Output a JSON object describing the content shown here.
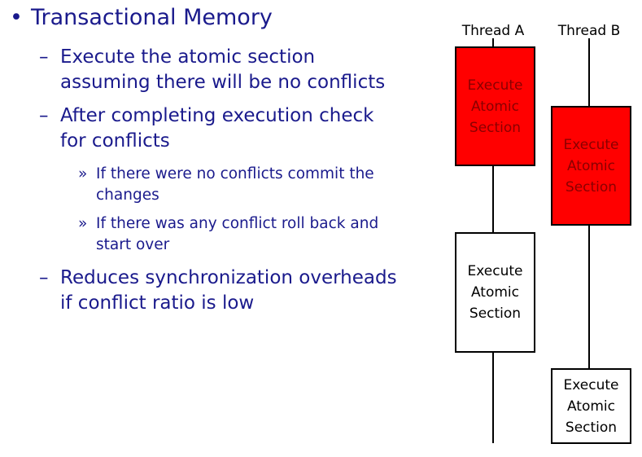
{
  "slide": {
    "main_bullet": "Transactional Memory",
    "points": [
      {
        "lines": [
          "Execute the atomic section",
          "assuming there will be no conflicts"
        ]
      },
      {
        "lines": [
          "After completing execution check",
          "for conflicts"
        ]
      },
      {
        "lines": [
          "Reduces synchronization overheads",
          "if conflict ratio is low"
        ]
      }
    ],
    "subpoints": [
      {
        "lines": [
          "If there were no conflicts commit the",
          "changes"
        ]
      },
      {
        "lines": [
          "If there was any conflict roll back and",
          "start over"
        ]
      }
    ],
    "markers": {
      "level1": "•",
      "level2": "–",
      "level3": "»"
    }
  },
  "diagram": {
    "threads": [
      {
        "label": "Thread A"
      },
      {
        "label": "Thread B"
      }
    ],
    "sections": [
      {
        "thread": "Thread A",
        "text": "Execute\nAtomic\nSection",
        "state": "conflict"
      },
      {
        "thread": "Thread A",
        "text": "Execute\nAtomic\nSection",
        "state": "commit"
      },
      {
        "thread": "Thread B",
        "text": "Execute\nAtomic\nSection",
        "state": "conflict"
      },
      {
        "thread": "Thread B",
        "text": "Execute\nAtomic\nSection",
        "state": "commit"
      }
    ],
    "colors": {
      "conflict_fill": "#ff0000",
      "conflict_text": "#8a0000",
      "commit_fill": "#ffffff",
      "text_color": "#1a1a8c"
    }
  }
}
